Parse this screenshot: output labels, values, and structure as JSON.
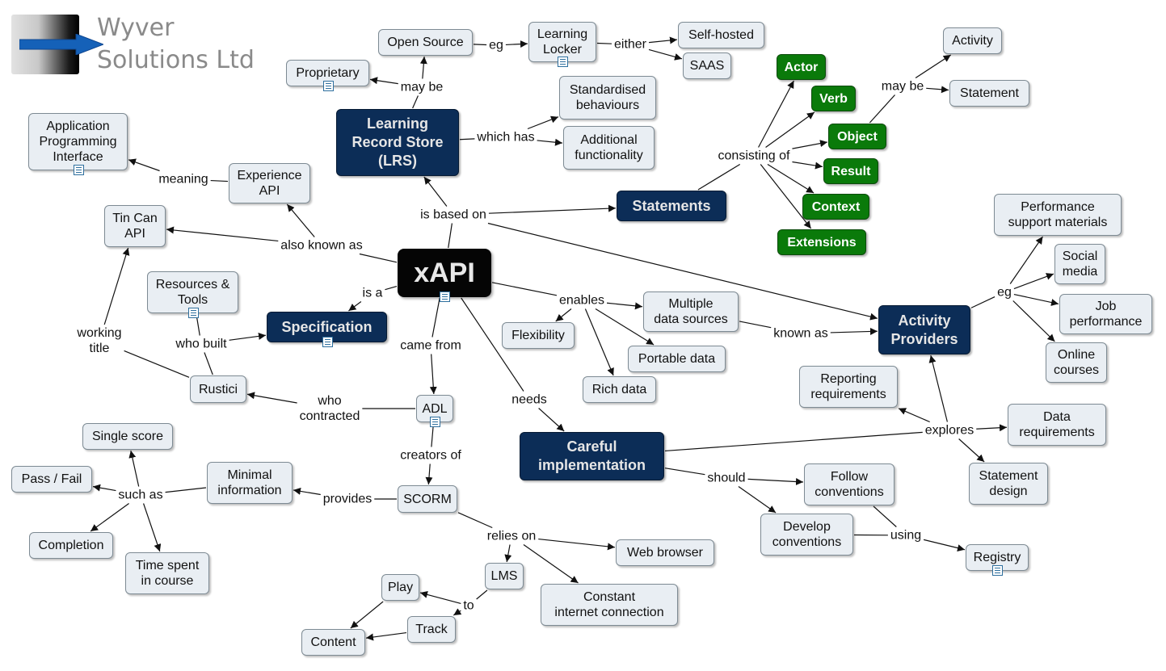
{
  "logo": {
    "line1": "Wyver",
    "line2": "Solutions Ltd",
    "colors": {
      "arrow": "#1561b8",
      "text": "#8a8a8a"
    }
  },
  "colors": {
    "navy": "#0c2d57",
    "green": "#0a7a0a",
    "black": "#050505",
    "light": "#e9eef3",
    "line": "#111111"
  },
  "nodes": [
    {
      "id": "xapi",
      "text": "xAPI",
      "style": "black",
      "note": true
    },
    {
      "id": "lrs",
      "text": "Learning\nRecord Store\n(LRS)",
      "style": "navy"
    },
    {
      "id": "statements",
      "text": "Statements",
      "style": "navy"
    },
    {
      "id": "specification",
      "text": "Specification",
      "style": "navy",
      "note": true
    },
    {
      "id": "activity_providers",
      "text": "Activity\nProviders",
      "style": "navy"
    },
    {
      "id": "careful",
      "text": "Careful\nimplementation",
      "style": "navy"
    },
    {
      "id": "open_source",
      "text": "Open Source",
      "style": "light"
    },
    {
      "id": "proprietary",
      "text": "Proprietary",
      "style": "light",
      "note": true
    },
    {
      "id": "learning_locker",
      "text": "Learning\nLocker",
      "style": "light",
      "note": true
    },
    {
      "id": "self_hosted",
      "text": "Self-hosted",
      "style": "light"
    },
    {
      "id": "saas",
      "text": "SAAS",
      "style": "light"
    },
    {
      "id": "standardised",
      "text": "Standardised\nbehaviours",
      "style": "light"
    },
    {
      "id": "additional",
      "text": "Additional\nfunctionality",
      "style": "light"
    },
    {
      "id": "actor",
      "text": "Actor",
      "style": "green"
    },
    {
      "id": "verb",
      "text": "Verb",
      "style": "green"
    },
    {
      "id": "object",
      "text": "Object",
      "style": "green"
    },
    {
      "id": "result",
      "text": "Result",
      "style": "green"
    },
    {
      "id": "context",
      "text": "Context",
      "style": "green"
    },
    {
      "id": "extensions",
      "text": "Extensions",
      "style": "green"
    },
    {
      "id": "activity",
      "text": "Activity",
      "style": "light"
    },
    {
      "id": "statement",
      "text": "Statement",
      "style": "light"
    },
    {
      "id": "app_prog_interface",
      "text": "Application\nProgramming\nInterface",
      "style": "light",
      "note": true
    },
    {
      "id": "experience_api",
      "text": "Experience\nAPI",
      "style": "light"
    },
    {
      "id": "tin_can",
      "text": "Tin Can\nAPI",
      "style": "light"
    },
    {
      "id": "resources_tools",
      "text": "Resources &\nTools",
      "style": "light",
      "note": true
    },
    {
      "id": "rustici",
      "text": "Rustici",
      "style": "light"
    },
    {
      "id": "flexibility",
      "text": "Flexibility",
      "style": "light"
    },
    {
      "id": "multiple_sources",
      "text": "Multiple\ndata sources",
      "style": "light"
    },
    {
      "id": "portable_data",
      "text": "Portable data",
      "style": "light"
    },
    {
      "id": "rich_data",
      "text": "Rich data",
      "style": "light"
    },
    {
      "id": "performance_support",
      "text": "Performance\nsupport materials",
      "style": "light"
    },
    {
      "id": "social_media",
      "text": "Social\nmedia",
      "style": "light"
    },
    {
      "id": "job_performance",
      "text": "Job\nperformance",
      "style": "light"
    },
    {
      "id": "online_courses",
      "text": "Online\ncourses",
      "style": "light"
    },
    {
      "id": "adl",
      "text": "ADL",
      "style": "light",
      "note": true
    },
    {
      "id": "reporting_req",
      "text": "Reporting\nrequirements",
      "style": "light"
    },
    {
      "id": "data_req",
      "text": "Data\nrequirements",
      "style": "light"
    },
    {
      "id": "statement_design",
      "text": "Statement\ndesign",
      "style": "light"
    },
    {
      "id": "follow_conventions",
      "text": "Follow\nconventions",
      "style": "light"
    },
    {
      "id": "develop_conventions",
      "text": "Develop\nconventions",
      "style": "light"
    },
    {
      "id": "registry",
      "text": "Registry",
      "style": "light",
      "note": true
    },
    {
      "id": "single_score",
      "text": "Single score",
      "style": "light"
    },
    {
      "id": "pass_fail",
      "text": "Pass / Fail",
      "style": "light"
    },
    {
      "id": "completion",
      "text": "Completion",
      "style": "light"
    },
    {
      "id": "time_spent",
      "text": "Time spent\nin course",
      "style": "light"
    },
    {
      "id": "minimal_info",
      "text": "Minimal\ninformation",
      "style": "light"
    },
    {
      "id": "scorm",
      "text": "SCORM",
      "style": "light"
    },
    {
      "id": "lms",
      "text": "LMS",
      "style": "light"
    },
    {
      "id": "web_browser",
      "text": "Web browser",
      "style": "light"
    },
    {
      "id": "constant_internet",
      "text": "Constant\ninternet connection",
      "style": "light"
    },
    {
      "id": "play",
      "text": "Play",
      "style": "light"
    },
    {
      "id": "track",
      "text": "Track",
      "style": "light"
    },
    {
      "id": "content",
      "text": "Content",
      "style": "light"
    }
  ],
  "linking_phrases": [
    {
      "id": "may_be_lrs",
      "text": "may be"
    },
    {
      "id": "eg_1",
      "text": "eg"
    },
    {
      "id": "either",
      "text": "either"
    },
    {
      "id": "which_has",
      "text": "which has"
    },
    {
      "id": "consisting_of",
      "text": "consisting of"
    },
    {
      "id": "may_be_obj",
      "text": "may be"
    },
    {
      "id": "meaning",
      "text": "meaning"
    },
    {
      "id": "is_based_on",
      "text": "is based on"
    },
    {
      "id": "also_known_as",
      "text": "also known as"
    },
    {
      "id": "is_a",
      "text": "is a"
    },
    {
      "id": "who_built",
      "text": "who built"
    },
    {
      "id": "working_title",
      "text": "working\ntitle"
    },
    {
      "id": "enables",
      "text": "enables"
    },
    {
      "id": "known_as",
      "text": "known as"
    },
    {
      "id": "eg_2",
      "text": "eg"
    },
    {
      "id": "came_from",
      "text": "came from"
    },
    {
      "id": "needs",
      "text": "needs"
    },
    {
      "id": "who_contracted",
      "text": "who\ncontracted"
    },
    {
      "id": "creators_of",
      "text": "creators of"
    },
    {
      "id": "explores",
      "text": "explores"
    },
    {
      "id": "should",
      "text": "should"
    },
    {
      "id": "using",
      "text": "using"
    },
    {
      "id": "such_as",
      "text": "such as"
    },
    {
      "id": "provides",
      "text": "provides"
    },
    {
      "id": "relies_on",
      "text": "relies on"
    },
    {
      "id": "to",
      "text": "to"
    }
  ],
  "connections": [
    [
      "lrs",
      "may_be_lrs"
    ],
    [
      "may_be_lrs",
      "open_source",
      "arrow"
    ],
    [
      "may_be_lrs",
      "proprietary",
      "arrow"
    ],
    [
      "open_source",
      "eg_1"
    ],
    [
      "eg_1",
      "learning_locker",
      "arrow"
    ],
    [
      "learning_locker",
      "either"
    ],
    [
      "either",
      "self_hosted",
      "arrow"
    ],
    [
      "either",
      "saas",
      "arrow"
    ],
    [
      "lrs",
      "which_has"
    ],
    [
      "which_has",
      "standardised",
      "arrow"
    ],
    [
      "which_has",
      "additional",
      "arrow"
    ],
    [
      "statements",
      "consisting_of"
    ],
    [
      "consisting_of",
      "actor",
      "arrow"
    ],
    [
      "consisting_of",
      "verb",
      "arrow"
    ],
    [
      "consisting_of",
      "object",
      "arrow"
    ],
    [
      "consisting_of",
      "result",
      "arrow"
    ],
    [
      "consisting_of",
      "context",
      "arrow"
    ],
    [
      "consisting_of",
      "extensions",
      "arrow"
    ],
    [
      "object",
      "may_be_obj"
    ],
    [
      "may_be_obj",
      "activity",
      "arrow"
    ],
    [
      "may_be_obj",
      "statement",
      "arrow"
    ],
    [
      "xapi",
      "is_based_on"
    ],
    [
      "is_based_on",
      "lrs",
      "arrow"
    ],
    [
      "is_based_on",
      "statements",
      "arrow"
    ],
    [
      "is_based_on",
      "activity_providers",
      "arrow"
    ],
    [
      "xapi",
      "also_known_as"
    ],
    [
      "also_known_as",
      "tin_can",
      "arrow"
    ],
    [
      "also_known_as",
      "experience_api",
      "arrow"
    ],
    [
      "experience_api",
      "meaning"
    ],
    [
      "meaning",
      "app_prog_interface",
      "arrow"
    ],
    [
      "xapi",
      "is_a"
    ],
    [
      "is_a",
      "specification",
      "arrow"
    ],
    [
      "rustici",
      "who_built"
    ],
    [
      "resources_tools",
      "who_built"
    ],
    [
      "who_built",
      "specification",
      "arrow"
    ],
    [
      "rustici",
      "working_title"
    ],
    [
      "working_title",
      "tin_can",
      "arrow"
    ],
    [
      "xapi",
      "enables"
    ],
    [
      "enables",
      "flexibility",
      "arrow"
    ],
    [
      "enables",
      "multiple_sources",
      "arrow"
    ],
    [
      "enables",
      "portable_data",
      "arrow"
    ],
    [
      "enables",
      "rich_data",
      "arrow"
    ],
    [
      "multiple_sources",
      "known_as"
    ],
    [
      "known_as",
      "activity_providers",
      "arrow"
    ],
    [
      "activity_providers",
      "eg_2"
    ],
    [
      "eg_2",
      "performance_support",
      "arrow"
    ],
    [
      "eg_2",
      "social_media",
      "arrow"
    ],
    [
      "eg_2",
      "job_performance",
      "arrow"
    ],
    [
      "eg_2",
      "online_courses",
      "arrow"
    ],
    [
      "xapi",
      "came_from"
    ],
    [
      "came_from",
      "adl",
      "arrow"
    ],
    [
      "xapi",
      "needs"
    ],
    [
      "needs",
      "careful",
      "arrow"
    ],
    [
      "adl",
      "who_contracted"
    ],
    [
      "who_contracted",
      "rustici",
      "arrow"
    ],
    [
      "adl",
      "creators_of"
    ],
    [
      "creators_of",
      "scorm",
      "arrow"
    ],
    [
      "careful",
      "explores"
    ],
    [
      "explores",
      "reporting_req",
      "arrow"
    ],
    [
      "explores",
      "data_req",
      "arrow"
    ],
    [
      "explores",
      "statement_design",
      "arrow"
    ],
    [
      "explores",
      "activity_providers",
      "arrow"
    ],
    [
      "careful",
      "should"
    ],
    [
      "should",
      "follow_conventions",
      "arrow"
    ],
    [
      "should",
      "develop_conventions",
      "arrow"
    ],
    [
      "follow_conventions",
      "using"
    ],
    [
      "develop_conventions",
      "using"
    ],
    [
      "using",
      "registry",
      "arrow"
    ],
    [
      "minimal_info",
      "such_as"
    ],
    [
      "such_as",
      "single_score",
      "arrow"
    ],
    [
      "such_as",
      "pass_fail",
      "arrow"
    ],
    [
      "such_as",
      "completion",
      "arrow"
    ],
    [
      "such_as",
      "time_spent",
      "arrow"
    ],
    [
      "scorm",
      "provides"
    ],
    [
      "provides",
      "minimal_info",
      "arrow"
    ],
    [
      "scorm",
      "relies_on"
    ],
    [
      "relies_on",
      "web_browser",
      "arrow"
    ],
    [
      "relies_on",
      "lms",
      "arrow"
    ],
    [
      "relies_on",
      "constant_internet",
      "arrow"
    ],
    [
      "lms",
      "to"
    ],
    [
      "to",
      "play",
      "arrow"
    ],
    [
      "to",
      "track",
      "arrow"
    ],
    [
      "play",
      "content",
      "arrow"
    ],
    [
      "track",
      "content",
      "arrow"
    ]
  ]
}
